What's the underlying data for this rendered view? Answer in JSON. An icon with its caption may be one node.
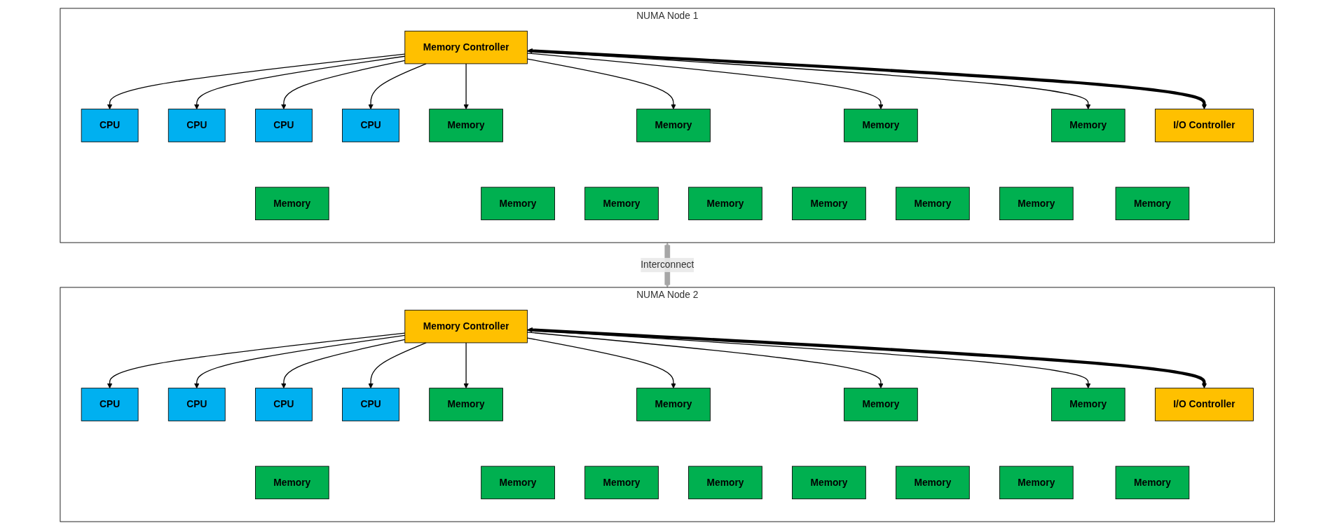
{
  "diagram": {
    "nodes": [
      {
        "text": [
          "NUMA Node 1"
        ]
      },
      {
        "text": [
          "CPU"
        ],
        "in": 0
      },
      {
        "text": [
          "CPU"
        ],
        "in": 0
      },
      {
        "text": [
          "CPU"
        ],
        "in": 0
      },
      {
        "text": [
          "CPU"
        ],
        "in": 0
      },
      {
        "text": [
          "Memory"
        ],
        "in": 0
      },
      {
        "text": [
          "Memory"
        ],
        "in": 0
      },
      {
        "text": [
          "Memory"
        ],
        "in": 0
      },
      {
        "text": [
          "Memory Controller"
        ],
        "in": 0
      },
      {
        "text": [
          "Memory"
        ],
        "in": 0
      },
      {
        "text": [
          "Memory"
        ],
        "in": 0
      },
      {
        "text": [
          "Memory"
        ],
        "in": 0
      },
      {
        "text": [
          "Memory"
        ],
        "in": 0
      },
      {
        "text": [
          "Memory"
        ],
        "in": 0
      },
      {
        "text": [
          "Memory"
        ],
        "in": 0
      },
      {
        "text": [
          "Memory"
        ],
        "in": 0
      },
      {
        "text": [
          "Memory"
        ],
        "in": 0
      },
      {
        "text": [
          "Memory"
        ],
        "in": 0
      },
      {
        "text": [
          "I/O Controller"
        ],
        "in": 0
      },
      {
        "text": [
          "NUMA Node 2"
        ]
      },
      {
        "text": [
          "CPU"
        ],
        "in": 19
      },
      {
        "text": [
          "CPU"
        ],
        "in": 19
      },
      {
        "text": [
          "CPU"
        ],
        "in": 19
      },
      {
        "text": [
          "CPU"
        ],
        "in": 19
      },
      {
        "text": [
          "Memory"
        ],
        "in": 19
      },
      {
        "text": [
          "Memory"
        ],
        "in": 19
      },
      {
        "text": [
          "Memory"
        ],
        "in": 19
      },
      {
        "text": [
          "Memory Controller"
        ],
        "in": 19
      },
      {
        "text": [
          "Memory"
        ],
        "in": 19
      },
      {
        "text": [
          "Memory"
        ],
        "in": 19
      },
      {
        "text": [
          "Memory"
        ],
        "in": 19
      },
      {
        "text": [
          "Memory"
        ],
        "in": 19
      },
      {
        "text": [
          "Memory"
        ],
        "in": 19
      },
      {
        "text": [
          "Memory"
        ],
        "in": 19
      },
      {
        "text": [
          "Memory"
        ],
        "in": 19
      },
      {
        "text": [
          "Memory"
        ],
        "in": 19
      },
      {
        "text": [
          "Memory"
        ],
        "in": 19
      },
      {
        "text": [
          "I/O Controller"
        ],
        "in": 19
      }
    ],
    "edges": [
      {
        "from": 8,
        "to": 1,
        "arrow": "to"
      },
      {
        "from": 8,
        "to": 2,
        "arrow": "to"
      },
      {
        "from": 8,
        "to": 3,
        "arrow": "to"
      },
      {
        "from": 8,
        "to": 4,
        "arrow": "to"
      },
      {
        "from": 8,
        "to": 6,
        "arrow": "to"
      },
      {
        "from": 8,
        "to": 10,
        "arrow": "to"
      },
      {
        "from": 8,
        "to": 13,
        "arrow": "to"
      },
      {
        "from": 8,
        "to": 16,
        "arrow": "to"
      },
      {
        "from": 8,
        "to": 18,
        "arrow": "both",
        "style": "thick"
      },
      {
        "from": 27,
        "to": 20,
        "arrow": "to"
      },
      {
        "from": 27,
        "to": 21,
        "arrow": "to"
      },
      {
        "from": 27,
        "to": 22,
        "arrow": "to"
      },
      {
        "from": 27,
        "to": 23,
        "arrow": "to"
      },
      {
        "from": 27,
        "to": 25,
        "arrow": "to"
      },
      {
        "from": 27,
        "to": 29,
        "arrow": "to"
      },
      {
        "from": 27,
        "to": 32,
        "arrow": "to"
      },
      {
        "from": 27,
        "to": 35,
        "arrow": "to"
      },
      {
        "from": 27,
        "to": 37,
        "arrow": "both",
        "style": "thick"
      },
      {
        "from": 0,
        "to": 19,
        "arrow": "both",
        "label": "Interconnect",
        "style": "thick",
        "color": "#a6a6a6"
      }
    ]
  }
}
